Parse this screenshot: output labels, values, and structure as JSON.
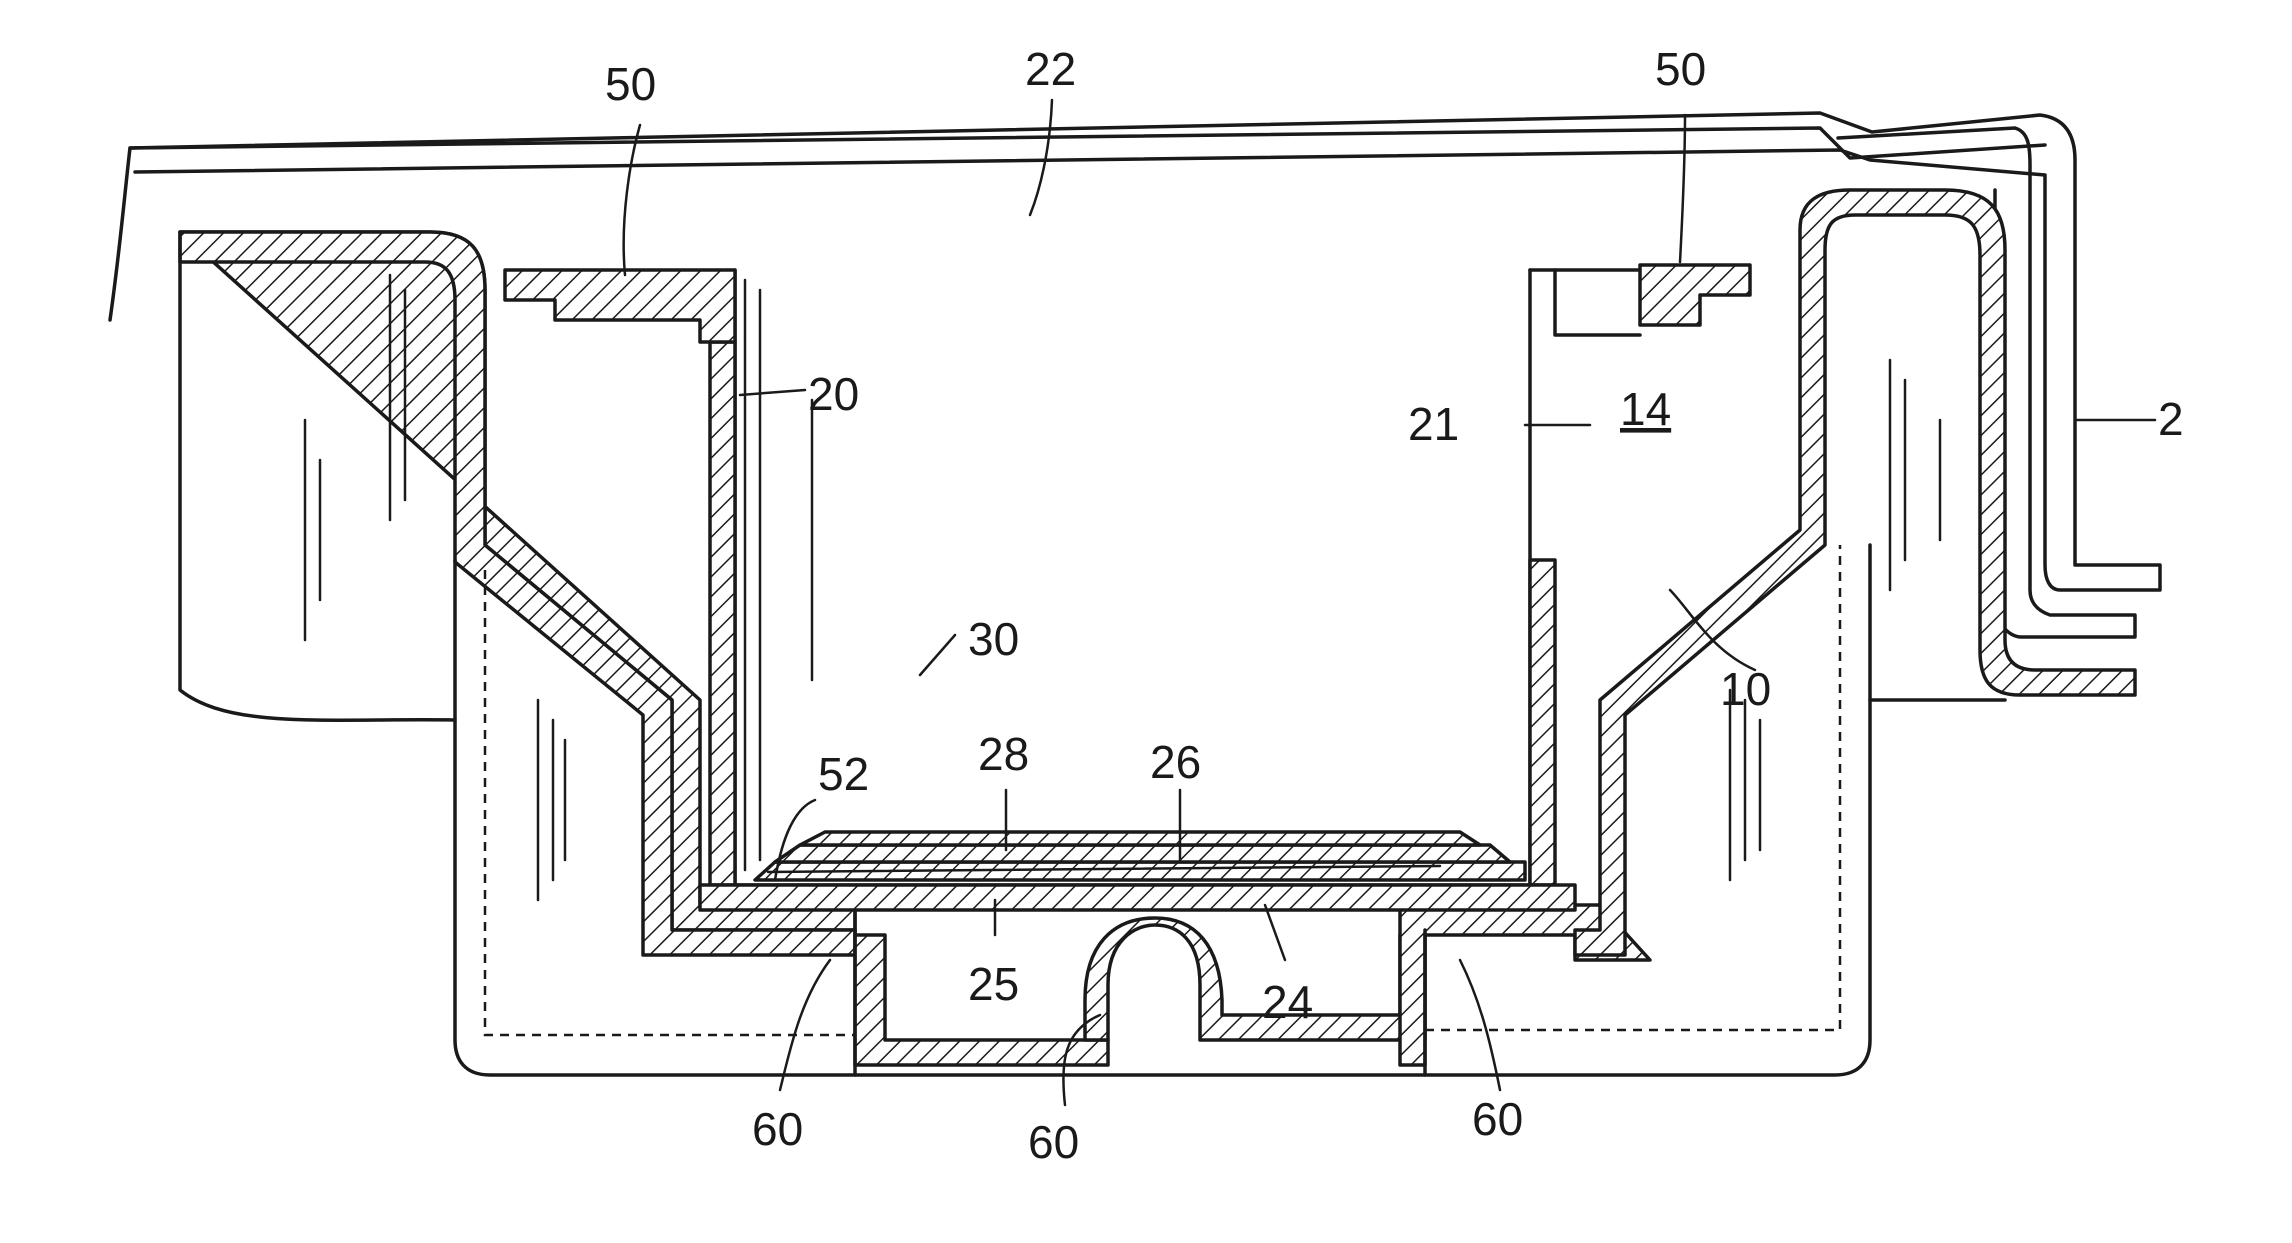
{
  "figure": {
    "labels": {
      "ref_50_left": "50",
      "ref_22": "22",
      "ref_50_right": "50",
      "ref_20": "20",
      "ref_21": "21",
      "ref_14": "14",
      "ref_2": "2",
      "ref_30": "30",
      "ref_10": "10",
      "ref_52": "52",
      "ref_28": "28",
      "ref_26": "26",
      "ref_25": "25",
      "ref_24": "24",
      "ref_60_left": "60",
      "ref_60_center": "60",
      "ref_60_right": "60"
    }
  }
}
